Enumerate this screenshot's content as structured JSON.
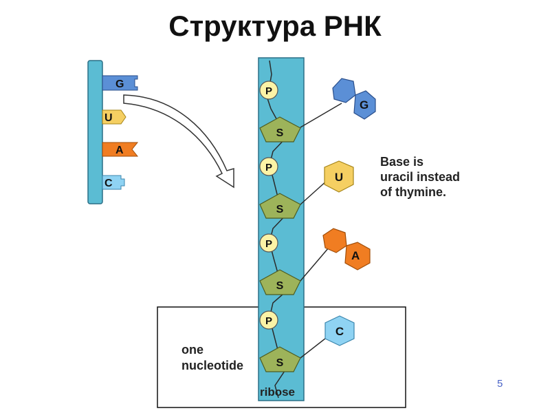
{
  "title": "Структура РНК",
  "strand": {
    "bases": [
      "G",
      "U",
      "A",
      "C"
    ],
    "phosphate_label": "P",
    "sugar_label": "S"
  },
  "annotations": {
    "base_note_line1": "Base is",
    "base_note_line2": "uracil instead",
    "base_note_line3": "of thymine.",
    "nucleotide_line1": "one",
    "nucleotide_line2": "nucleotide",
    "ribose": "ribose"
  },
  "page_number": "5",
  "colors": {
    "backbone": "#5bbcd3",
    "sugar": "#9db35a",
    "phosphate": "#fbf3a6",
    "G": "#5b8fd6",
    "U": "#f5cf62",
    "A": "#f07d22",
    "C": "#8fd3f3"
  }
}
